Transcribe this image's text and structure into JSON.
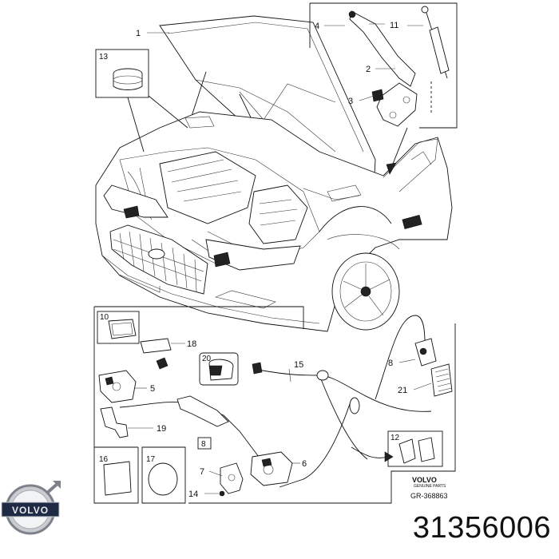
{
  "callouts": {
    "c1": "1",
    "c2": "2",
    "c3": "3",
    "c4": "4",
    "c5": "5",
    "c6": "6",
    "c7": "7",
    "c8": "8",
    "c11": "11",
    "c13": "13",
    "c14": "14",
    "c15": "15",
    "c18": "18",
    "c19": "19",
    "c21": "21"
  },
  "boxes": {
    "b10": "10",
    "b12": "12",
    "b16": "16",
    "b17": "17",
    "b20": "20",
    "b8": "8"
  },
  "brand": {
    "name": "VOLVO",
    "subtitle": "GENUINE PARTS",
    "reference": "GR-368863",
    "logo_text": "VOLVO"
  },
  "part_number": "31356006",
  "colors": {
    "ink": "#111111",
    "background": "#ffffff"
  }
}
